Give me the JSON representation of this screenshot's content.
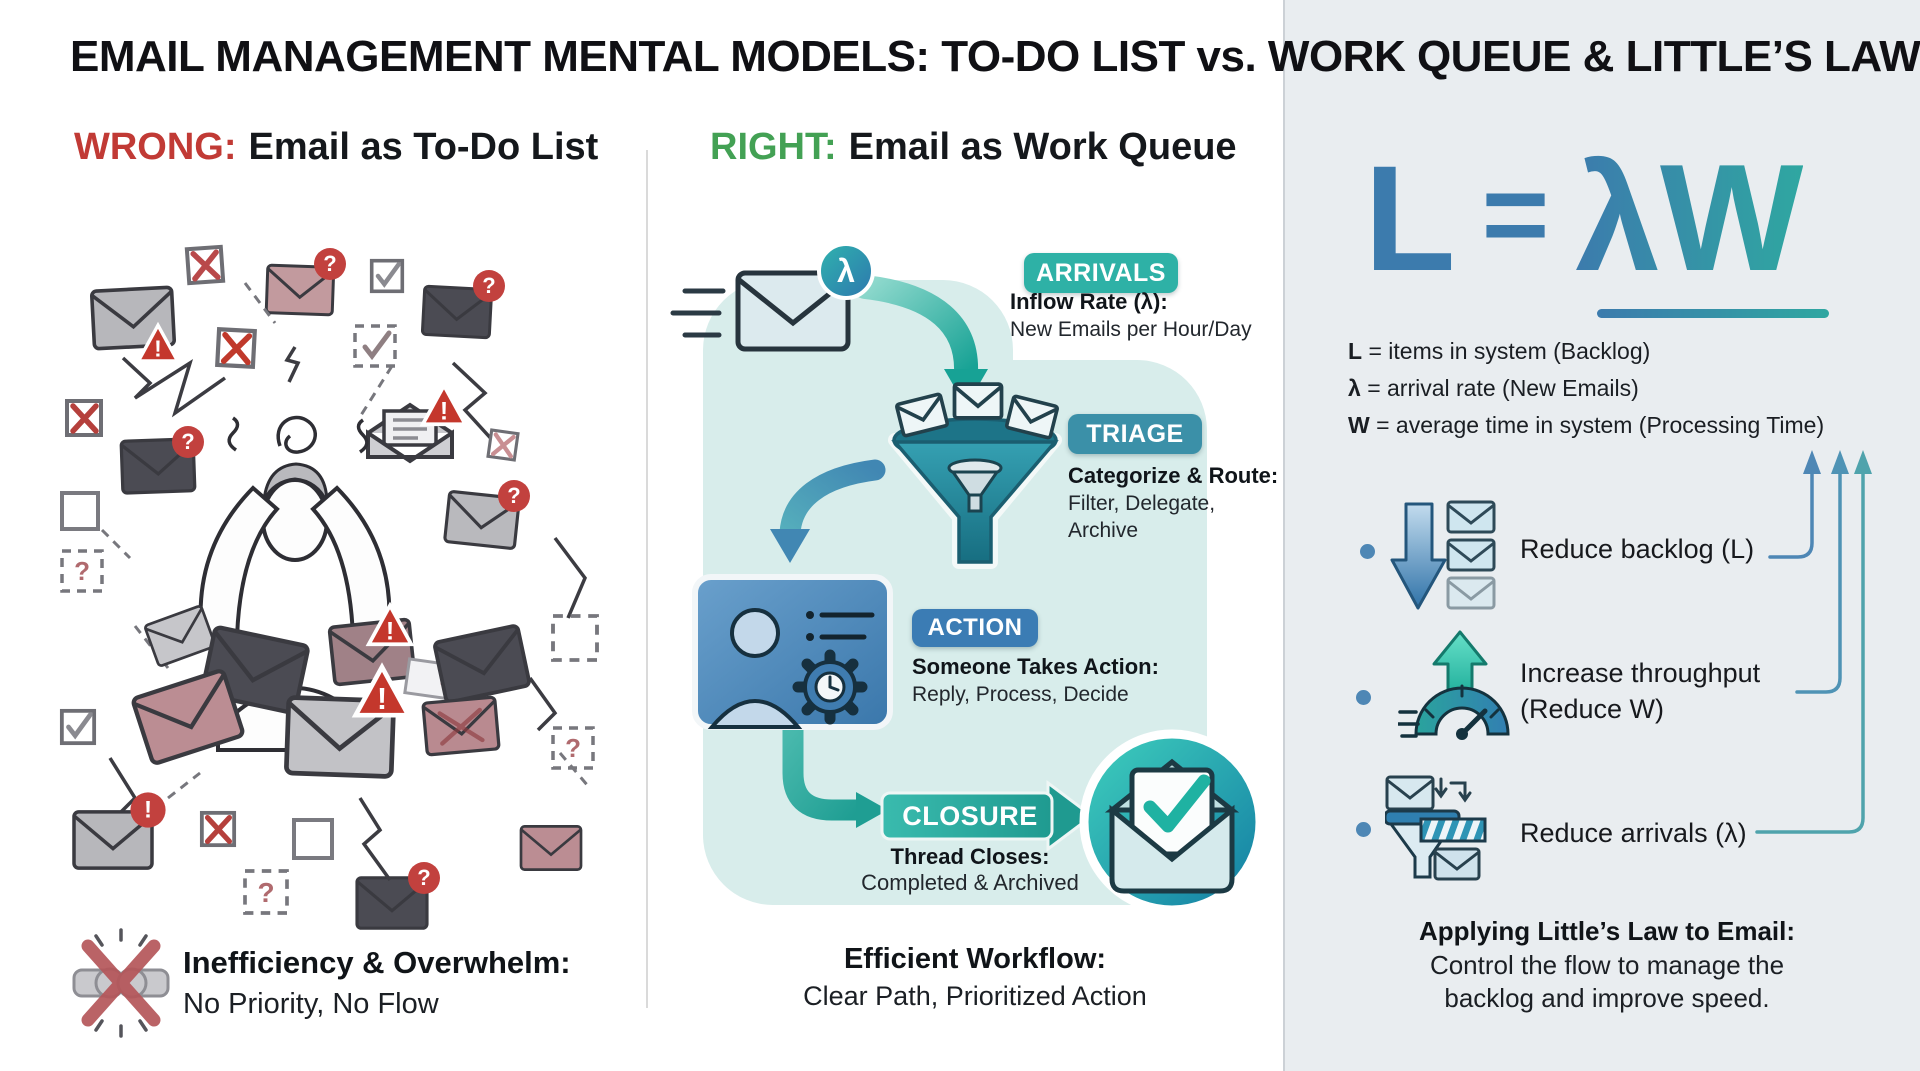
{
  "title": "EMAIL MANAGEMENT MENTAL MODELS: TO-DO LIST vs. WORK QUEUE & LITTLE’S LAW",
  "left": {
    "label": "WRONG:",
    "label_rest": "Email as To-Do List",
    "footer_bold": "Inefficiency & Overwhelm:",
    "footer_text": "No Priority, No Flow"
  },
  "middle": {
    "label": "RIGHT:",
    "label_rest": "Email as Work Queue",
    "lambda": "λ",
    "arrivals": {
      "badge": "ARRIVALS",
      "bold": "Inflow Rate (λ):",
      "text": "New Emails per Hour/Day"
    },
    "triage": {
      "badge": "TRIAGE",
      "bold": "Categorize & Route:",
      "line1": "Filter, Delegate,",
      "line2": "Archive"
    },
    "action": {
      "badge": "ACTION",
      "bold": "Someone Takes Action:",
      "text": "Reply, Process, Decide"
    },
    "closure": {
      "badge": "CLOSURE",
      "bold": "Thread Closes:",
      "text": "Completed & Archived"
    },
    "footer_bold": "Efficient Workflow:",
    "footer_text": "Clear Path, Prioritized Action"
  },
  "right": {
    "formula": {
      "l": "L",
      "eq": "=",
      "lw": "λW"
    },
    "defs": [
      {
        "sym": "L",
        "rest": "= items in system (Backlog)"
      },
      {
        "sym": "λ",
        "rest": "= arrival rate (New Emails)"
      },
      {
        "sym": "W",
        "rest": "= average time in system (Processing Time)"
      }
    ],
    "levers": [
      {
        "line1": "Reduce backlog (L)",
        "line2": ""
      },
      {
        "line1": "Increase throughput",
        "line2": "(Reduce W)"
      },
      {
        "line1": "Reduce arrivals (λ)",
        "line2": ""
      }
    ],
    "footer_bold": "Applying Little’s Law to Email:",
    "footer_line1": "Control the flow to manage the",
    "footer_line2": "backlog and improve speed."
  },
  "glyphs": {
    "question": "?",
    "exclam": "!"
  },
  "colors": {
    "wrong_red": "#c13a35",
    "right_green": "#43a154",
    "arrivals_teal": "#2eb1a6",
    "triage_teal": "#3b90a8",
    "action_blue": "#3b7cb4",
    "closure_teal": "#2bb3a7",
    "formula_blue": "#3c7bad",
    "formula_teal": "#2fa7a1",
    "panel_bg": "#e9edf0",
    "flow_bg": "#d8edeb"
  }
}
